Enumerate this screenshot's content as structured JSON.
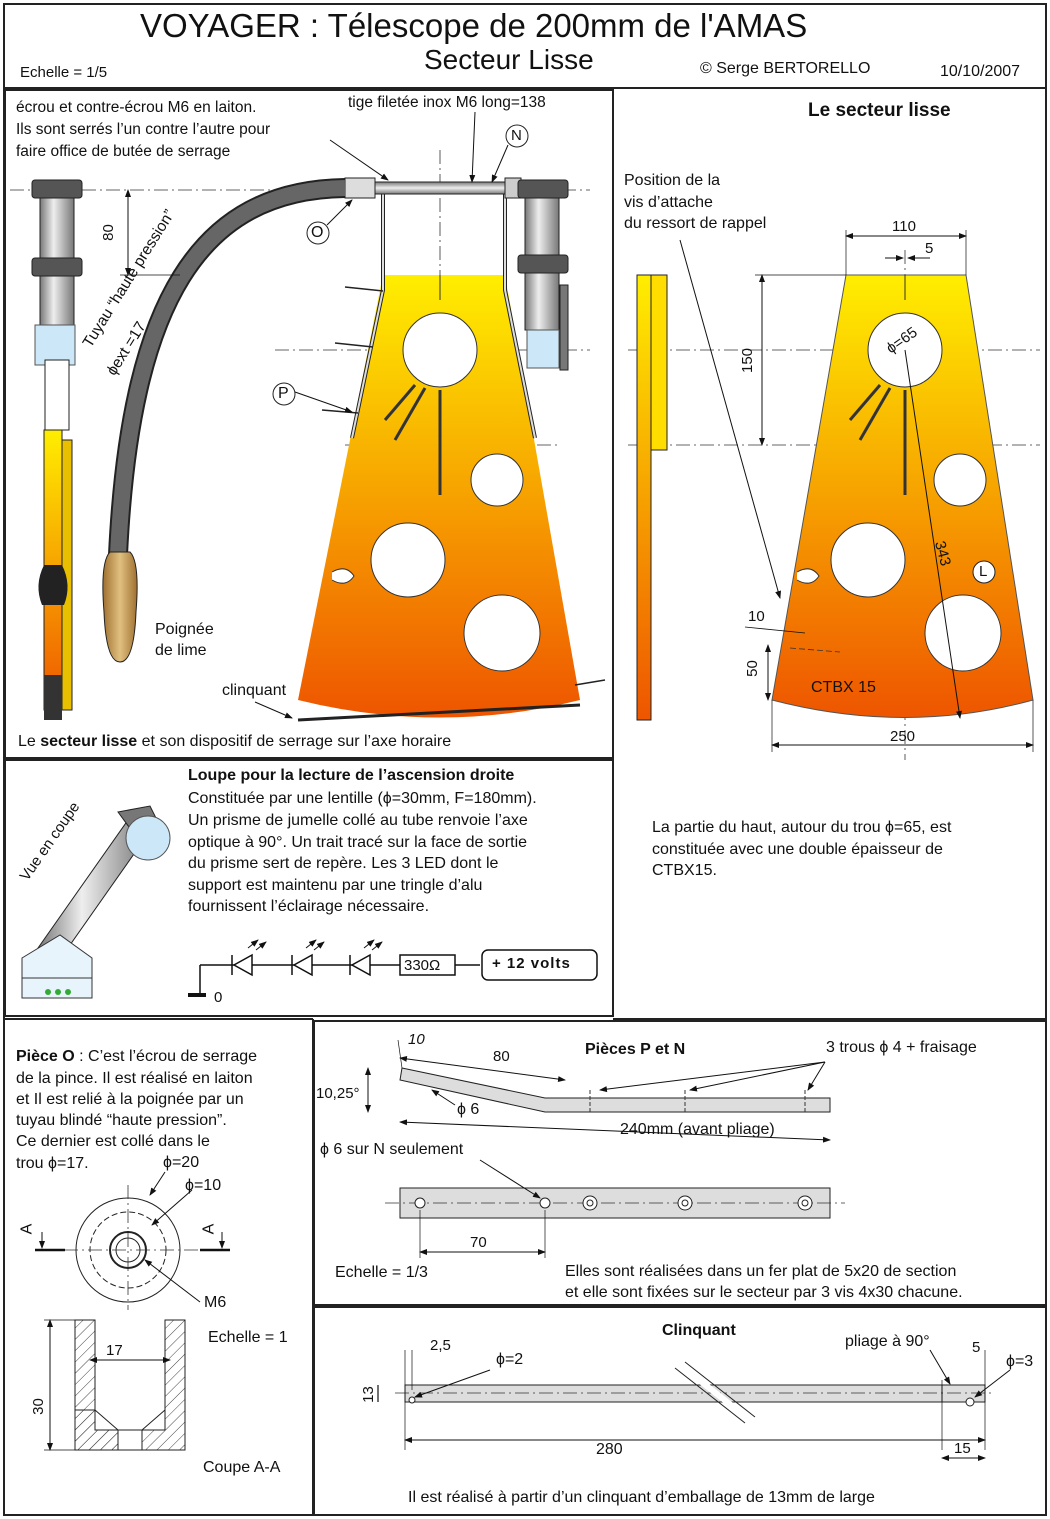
{
  "header": {
    "title": "VOYAGER : Télescope de 200mm de l'AMAS",
    "subtitle": "Secteur Lisse",
    "scale": "Echelle = 1/5",
    "author": "© Serge BERTORELLO",
    "date": "10/10/2007"
  },
  "panel_mount": {
    "note_lines": [
      "écrou et contre-écrou M6 en laiton.",
      "Ils sont serrés l’un contre l’autre pour",
      "faire office de butée de serrage"
    ],
    "rod_label": "tige filetée inox M6 long=138",
    "label_N": "N",
    "label_O": "O",
    "label_P": "P",
    "dim_80": "80",
    "hose_line1": "Tuyau “haute pression”",
    "hose_line2": "ϕext =17",
    "handle_line1": "Poignée",
    "handle_line2": "de lime",
    "clinquant": "clinquant",
    "caption_pre": "Le ",
    "caption_bold": "secteur lisse",
    "caption_post": " et son dispositif de serrage sur l’axe horaire"
  },
  "panel_sector": {
    "title": "Le secteur lisse",
    "screw_line1": "Position de la",
    "screw_line2": "vis d’attache",
    "screw_line3": "du ressort de rappel",
    "dim_110": "110",
    "dim_5": "5",
    "dim_150": "150",
    "dim_phi65": "ϕ=65",
    "dim_343": "343",
    "label_L": "L",
    "dim_10": "10",
    "dim_50": "50",
    "material": "CTBX 15",
    "dim_250": "250",
    "note_lines": [
      "La partie du haut, autour du trou ϕ=65, est",
      "constituée avec une double épaisseur de",
      "CTBX15."
    ]
  },
  "panel_loupe": {
    "title": "Loupe pour la lecture de l’ascension droite",
    "lines": [
      "Constituée par une lentille (ϕ=30mm, F=180mm).",
      "Un prisme de jumelle collé au tube renvoie l’axe",
      "optique à 90°. Un trait tracé sur la face de sortie",
      "du prisme sert de repère. Les 3 LED dont le",
      "support est maintenu par une tringle d’alu",
      "fournissent l’éclairage nécessaire."
    ],
    "section_label": "Vue en coupe",
    "resistor": "330Ω",
    "supply": "+ 12 volts",
    "ground": "0"
  },
  "panel_piece_o": {
    "title_bold": "Pièce O",
    "title_rest": " : C’est l’écrou de serrage",
    "lines": [
      "de la pince. Il est réalisé en laiton",
      "et Il est relié à la poignée par un",
      "tuyau blindé “haute pression”.",
      "Ce dernier est collé dans le",
      "trou ϕ=17."
    ],
    "phi20": "ϕ=20",
    "phi10": "ϕ=10",
    "m6": "M6",
    "section_A": "A",
    "scale": "Echelle = 1",
    "dim_17": "17",
    "dim_30": "30",
    "cut": "Coupe A-A"
  },
  "panel_pn": {
    "title": "Pièces P et N",
    "holes": "3 trous ϕ 4 + fraisage",
    "dim_10": "10",
    "dim_80": "80",
    "angle": "10,25°",
    "phi6": "ϕ 6",
    "length": "240mm (avant pliage)",
    "phi6_n": "ϕ 6 sur N seulement",
    "dim_70": "70",
    "scale": "Echelle = 1/3",
    "note_lines": [
      "Elles sont réalisées dans un fer plat de 5x20 de section",
      "et elle sont fixées sur le secteur par 3 vis 4x30 chacune."
    ]
  },
  "panel_clinquant": {
    "title": "Clinquant",
    "fold": "pliage à 90°",
    "dim_25": "2,5",
    "phi2": "ϕ=2",
    "dim_5": "5",
    "phi3": "ϕ=3",
    "dim_13": "13",
    "dim_280": "280",
    "dim_15": "15",
    "note": "Il est réalisé à partir d’un clinquant d’emballage de 13mm de large"
  },
  "colors": {
    "sector_top": "#ffee00",
    "sector_bottom": "#ee5500",
    "hose": "#666666",
    "handle": "#c8a060",
    "steel": "#aaaaaa"
  }
}
